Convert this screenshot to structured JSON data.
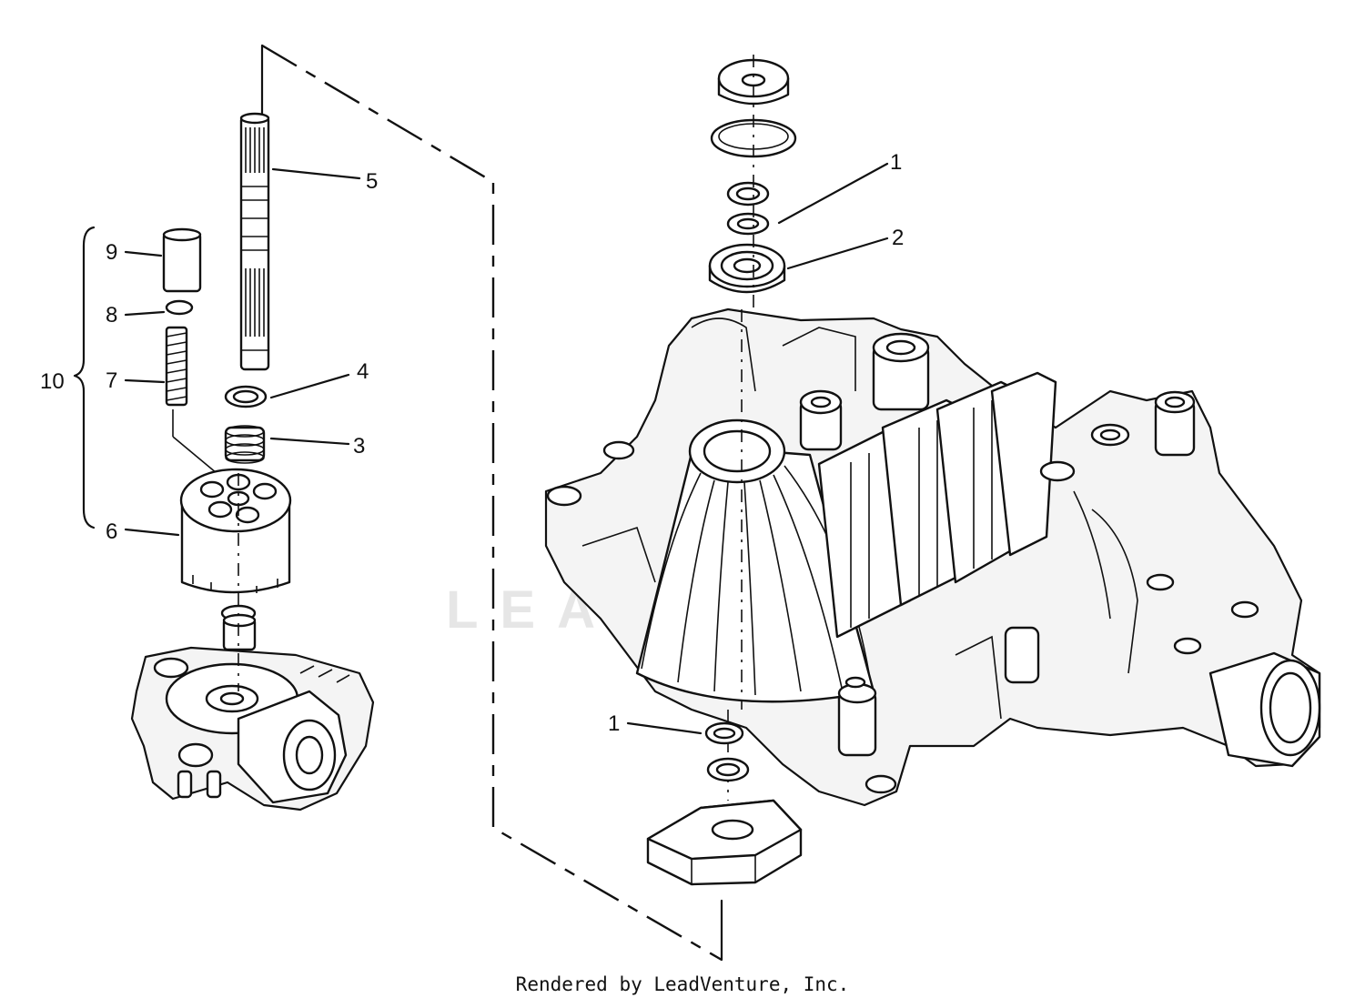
{
  "callouts": {
    "c1_top": "1",
    "c2": "2",
    "c3": "3",
    "c4": "4",
    "c5": "5",
    "c6": "6",
    "c7": "7",
    "c8": "8",
    "c9": "9",
    "c10": "10",
    "c1_bottom": "1"
  },
  "watermark": "LEADVENTURE",
  "footer": "Rendered by LeadVenture, Inc."
}
